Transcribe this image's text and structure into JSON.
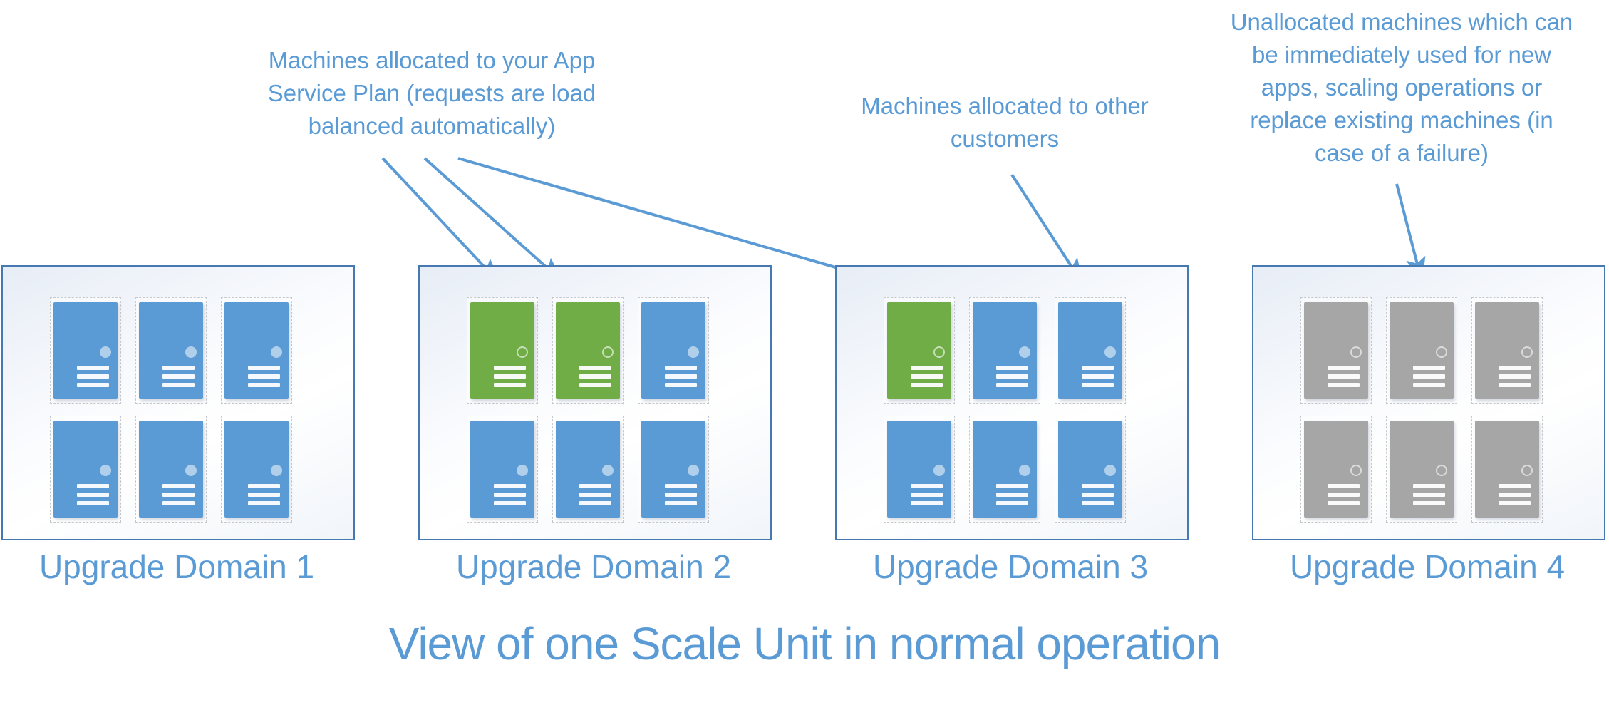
{
  "title": "View of one Scale Unit in normal operation",
  "colors": {
    "accent_blue": "#5b9bd5",
    "machine_blue": "#5b9bd5",
    "machine_green": "#70ad47",
    "machine_gray": "#a6a6a6",
    "box_border": "#4679b2"
  },
  "annotations": [
    {
      "id": "app-service-plan-note",
      "text": "Machines allocated to your App\nService Plan (requests are load\nbalanced automatically)"
    },
    {
      "id": "other-customers-note",
      "text": "Machines allocated to other\ncustomers"
    },
    {
      "id": "unallocated-note",
      "text": "Unallocated machines which can\nbe immediately used for new\napps, scaling operations or\nreplace existing machines (in\ncase of a failure)"
    }
  ],
  "domains": [
    {
      "label": "Upgrade Domain 1",
      "machines": [
        "blue",
        "blue",
        "blue",
        "blue",
        "blue",
        "blue"
      ]
    },
    {
      "label": "Upgrade Domain 2",
      "machines": [
        "green",
        "green",
        "blue",
        "blue",
        "blue",
        "blue"
      ]
    },
    {
      "label": "Upgrade Domain 3",
      "machines": [
        "green",
        "blue",
        "blue",
        "blue",
        "blue",
        "blue"
      ]
    },
    {
      "label": "Upgrade Domain 4",
      "machines": [
        "gray",
        "gray",
        "gray",
        "gray",
        "gray",
        "gray"
      ]
    }
  ],
  "machine_legend": {
    "green": "allocated to your App Service Plan",
    "blue": "allocated to other customers",
    "gray": "unallocated / spare capacity"
  }
}
